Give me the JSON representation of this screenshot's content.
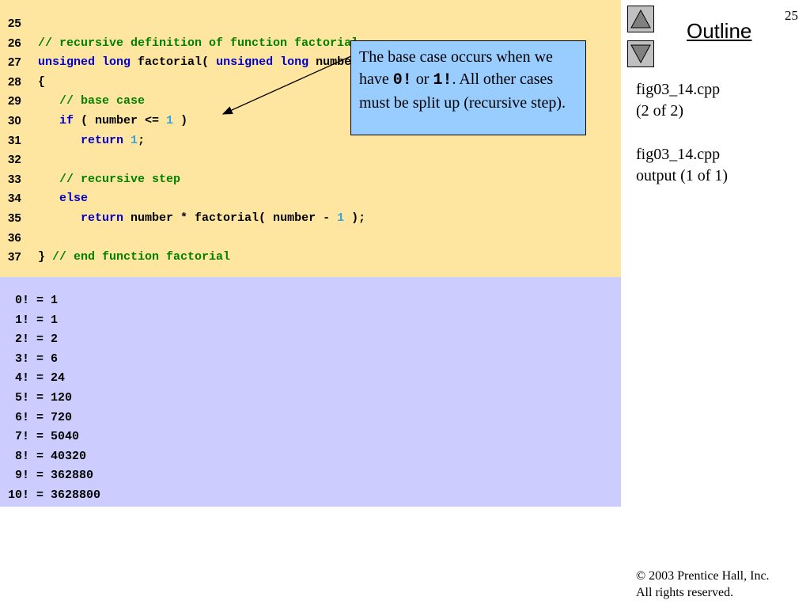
{
  "slide": {
    "number": "25",
    "outline_title": "Outline",
    "side_caption_1_line1": "fig03_14.cpp",
    "side_caption_1_line2": "(2 of 2)",
    "side_caption_2_line1": "fig03_14.cpp",
    "side_caption_2_line2": "output (1 of 1)",
    "footer_line1": "© 2003 Prentice Hall, Inc.",
    "footer_line2": "All rights reserved."
  },
  "nav": {
    "up_icon": "triangle-up-icon",
    "down_icon": "triangle-down-icon"
  },
  "code": {
    "lines": [
      {
        "num": "25",
        "segments": []
      },
      {
        "num": "26",
        "segments": [
          {
            "t": "cm",
            "s": "// recursive definition of function factorial"
          }
        ]
      },
      {
        "num": "27",
        "segments": [
          {
            "t": "kw",
            "s": "unsigned long"
          },
          {
            "t": "pl",
            "s": " factorial( "
          },
          {
            "t": "kw",
            "s": "unsigned long"
          },
          {
            "t": "pl",
            "s": " number )"
          }
        ]
      },
      {
        "num": "28",
        "segments": [
          {
            "t": "pl",
            "s": "{"
          }
        ]
      },
      {
        "num": "29",
        "segments": [
          {
            "t": "cm",
            "s": "   // base case"
          }
        ]
      },
      {
        "num": "30",
        "segments": [
          {
            "t": "kw",
            "s": "   if"
          },
          {
            "t": "pl",
            "s": " ( number <= "
          },
          {
            "t": "num",
            "s": "1"
          },
          {
            "t": "pl",
            "s": " )"
          }
        ]
      },
      {
        "num": "31",
        "segments": [
          {
            "t": "kw",
            "s": "      return"
          },
          {
            "t": "pl",
            "s": " "
          },
          {
            "t": "num",
            "s": "1"
          },
          {
            "t": "pl",
            "s": ";"
          }
        ]
      },
      {
        "num": "32",
        "segments": []
      },
      {
        "num": "33",
        "segments": [
          {
            "t": "cm",
            "s": "   // recursive step"
          }
        ]
      },
      {
        "num": "34",
        "segments": [
          {
            "t": "kw",
            "s": "   else"
          }
        ]
      },
      {
        "num": "35",
        "segments": [
          {
            "t": "kw",
            "s": "      return"
          },
          {
            "t": "pl",
            "s": " number * factorial( number - "
          },
          {
            "t": "num",
            "s": "1"
          },
          {
            "t": "pl",
            "s": " );"
          }
        ]
      },
      {
        "num": "36",
        "segments": []
      },
      {
        "num": "37",
        "segments": [
          {
            "t": "pl",
            "s": "}"
          },
          {
            "t": "cm",
            "s": " // end function factorial"
          }
        ]
      }
    ]
  },
  "output": {
    "lines": [
      " 0! = 1",
      " 1! = 1",
      " 2! = 2",
      " 3! = 6",
      " 4! = 24",
      " 5! = 120",
      " 6! = 720",
      " 7! = 5040",
      " 8! = 40320",
      " 9! = 362880",
      "10! = 3628800"
    ]
  },
  "callout": {
    "text_1": "The base case occurs when we have ",
    "code_1": "0!",
    "text_2": " or ",
    "code_2": "1!",
    "text_3": ". All other cases must be split up (recursive step)."
  },
  "colors": {
    "code_bg": "#ffe6a0",
    "output_bg": "#ccccff",
    "callout_bg": "#99ccff",
    "keyword": "#0000cc",
    "comment": "#008000",
    "number": "#33a3dc"
  }
}
